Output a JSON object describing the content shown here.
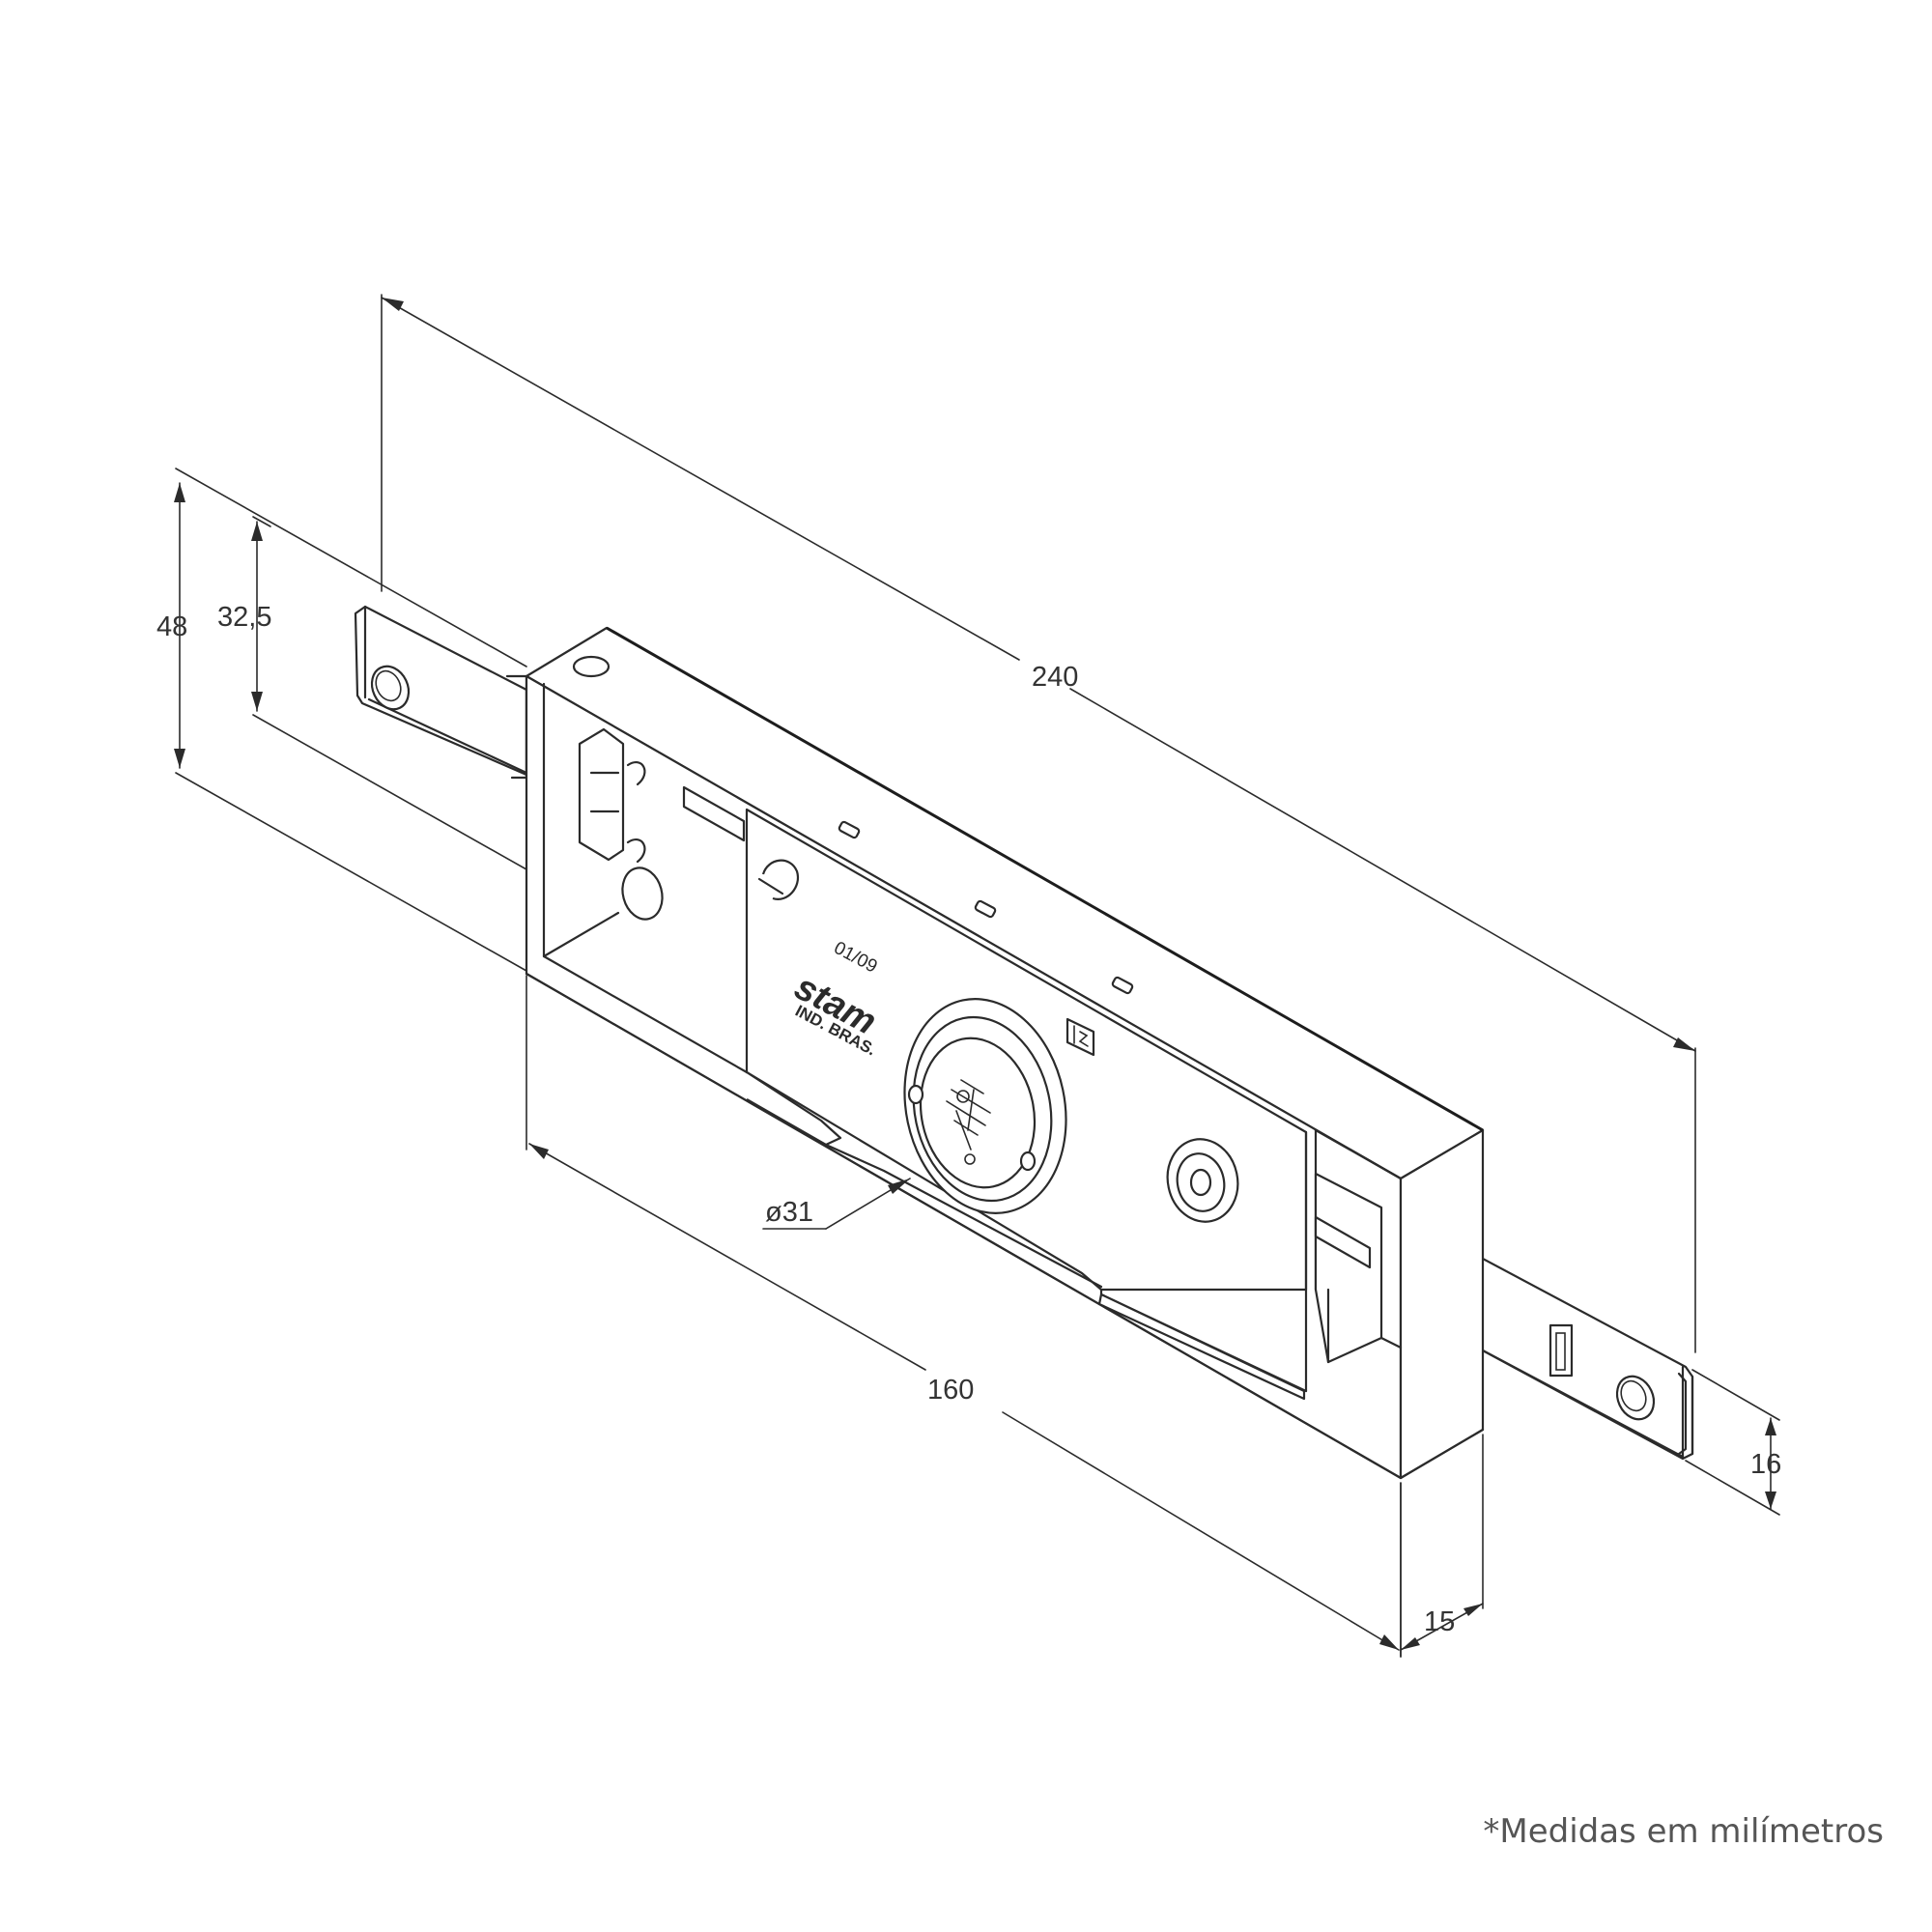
{
  "dimensions": {
    "total_length": "240",
    "body_length": "160",
    "height": "48",
    "mounting_height": "32,5",
    "cylinder_diameter": "ø31",
    "depth": "15",
    "bolt_width": "16"
  },
  "markings": {
    "date_code": "01/09",
    "brand": "stam",
    "origin": "IND. BRAS."
  },
  "footnote": "*Medidas em milímetros"
}
